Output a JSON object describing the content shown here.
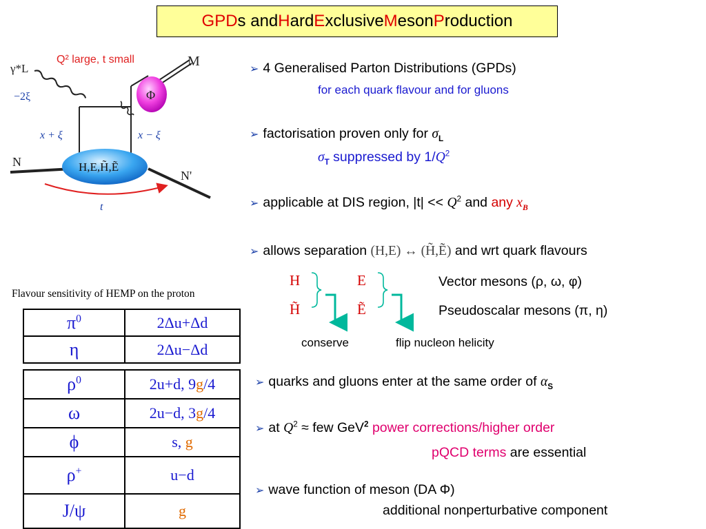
{
  "title": {
    "parts": [
      {
        "red": "GPD",
        "rest": "s and "
      },
      {
        "red": "H",
        "rest": "ard "
      },
      {
        "red": "E",
        "rest": "xclusive "
      },
      {
        "red": "M",
        "rest": "eson "
      },
      {
        "red": "P",
        "rest": "roduction"
      }
    ]
  },
  "diagram": {
    "gamma": "γ*L",
    "q2_label": "Q² large, t small",
    "minus2xi": "−2ξ",
    "M": "M",
    "Phi": "Φ",
    "x_plus_xi": "x + ξ",
    "x_minus_xi": "x − ξ",
    "blob": "H,E,H̃,Ẽ",
    "N": "N",
    "Nprime": "N'",
    "t": "t"
  },
  "bullets": {
    "b1": "4 Generalised Parton Distributions (GPDs)",
    "b1_sub": "for each quark flavour and for gluons",
    "b2_text": "factorisation proven only for ",
    "b2_sigma": "σ",
    "b2_L": "L",
    "b2_sub_sigma": "σ",
    "b2_sub_T": "T",
    "b2_sub_text": " suppressed by 1/",
    "b2_sub_Q": "Q",
    "b2_sub_exp": "2",
    "b3_text": "applicable at DIS region, |t| << ",
    "b3_Q": "Q",
    "b3_exp": "2",
    "b3_and": " and ",
    "b3_any": "any ",
    "b3_x": "x",
    "b3_B": "B",
    "b4_text": "allows separation ",
    "b4_sep": "(H,E) ↔ (H̃,Ẽ)",
    "b4_end": " and wrt quark flavours"
  },
  "sep": {
    "H": "H",
    "E": "E",
    "Ht": "H̃",
    "Et": "Ẽ",
    "vector": "Vector mesons  (ρ, ω, φ)",
    "pseudo": "Pseudoscalar mesons  (π, η)",
    "conserve": "conserve",
    "flip": "flip nucleon helicity"
  },
  "table_caption": "Flavour sensitivity of HEMP on the proton",
  "table1": [
    {
      "meson": "π",
      "sup": "0",
      "flavour": "2Δu+Δd"
    },
    {
      "meson": "η",
      "sup": "",
      "flavour": "2Δu−Δd"
    }
  ],
  "table2": [
    {
      "meson": "ρ",
      "sup": "0",
      "f1": "2u+d, 9",
      "g": "g",
      "f2": "/4"
    },
    {
      "meson": "ω",
      "sup": "",
      "f1": "2u−d, 3",
      "g": "g",
      "f2": "/4"
    },
    {
      "meson": "ϕ",
      "sup": "",
      "f1": "s, ",
      "g": "g",
      "f2": ""
    },
    {
      "meson": "ρ",
      "sup": "+",
      "f1": "u−d",
      "g": "",
      "f2": ""
    },
    {
      "meson": "J/ψ",
      "sup": "",
      "f1": "",
      "g": "g",
      "f2": ""
    }
  ],
  "lower": {
    "l1_text": "quarks and gluons enter at the same order of ",
    "l1_alpha": "α",
    "l1_S": "S",
    "l2_at": "at  ",
    "l2_Q": "Q",
    "l2_exp": "2",
    "l2_few": " ≈ few GeV",
    "l2_gevexp": "2",
    "l2_power": " power corrections/higher order",
    "l2_pqcd": "pQCD terms",
    "l2_ess": " are essential",
    "l3_text": "wave function of meson (DA Φ)",
    "l3_sub": "additional nonperturbative component"
  },
  "colors": {
    "title_bg": "#ffff99",
    "title_red": "#e00000",
    "blue": "#1a1ad0",
    "magenta": "#e0006e",
    "orange": "#e06a00",
    "teal": "#00b89c"
  }
}
